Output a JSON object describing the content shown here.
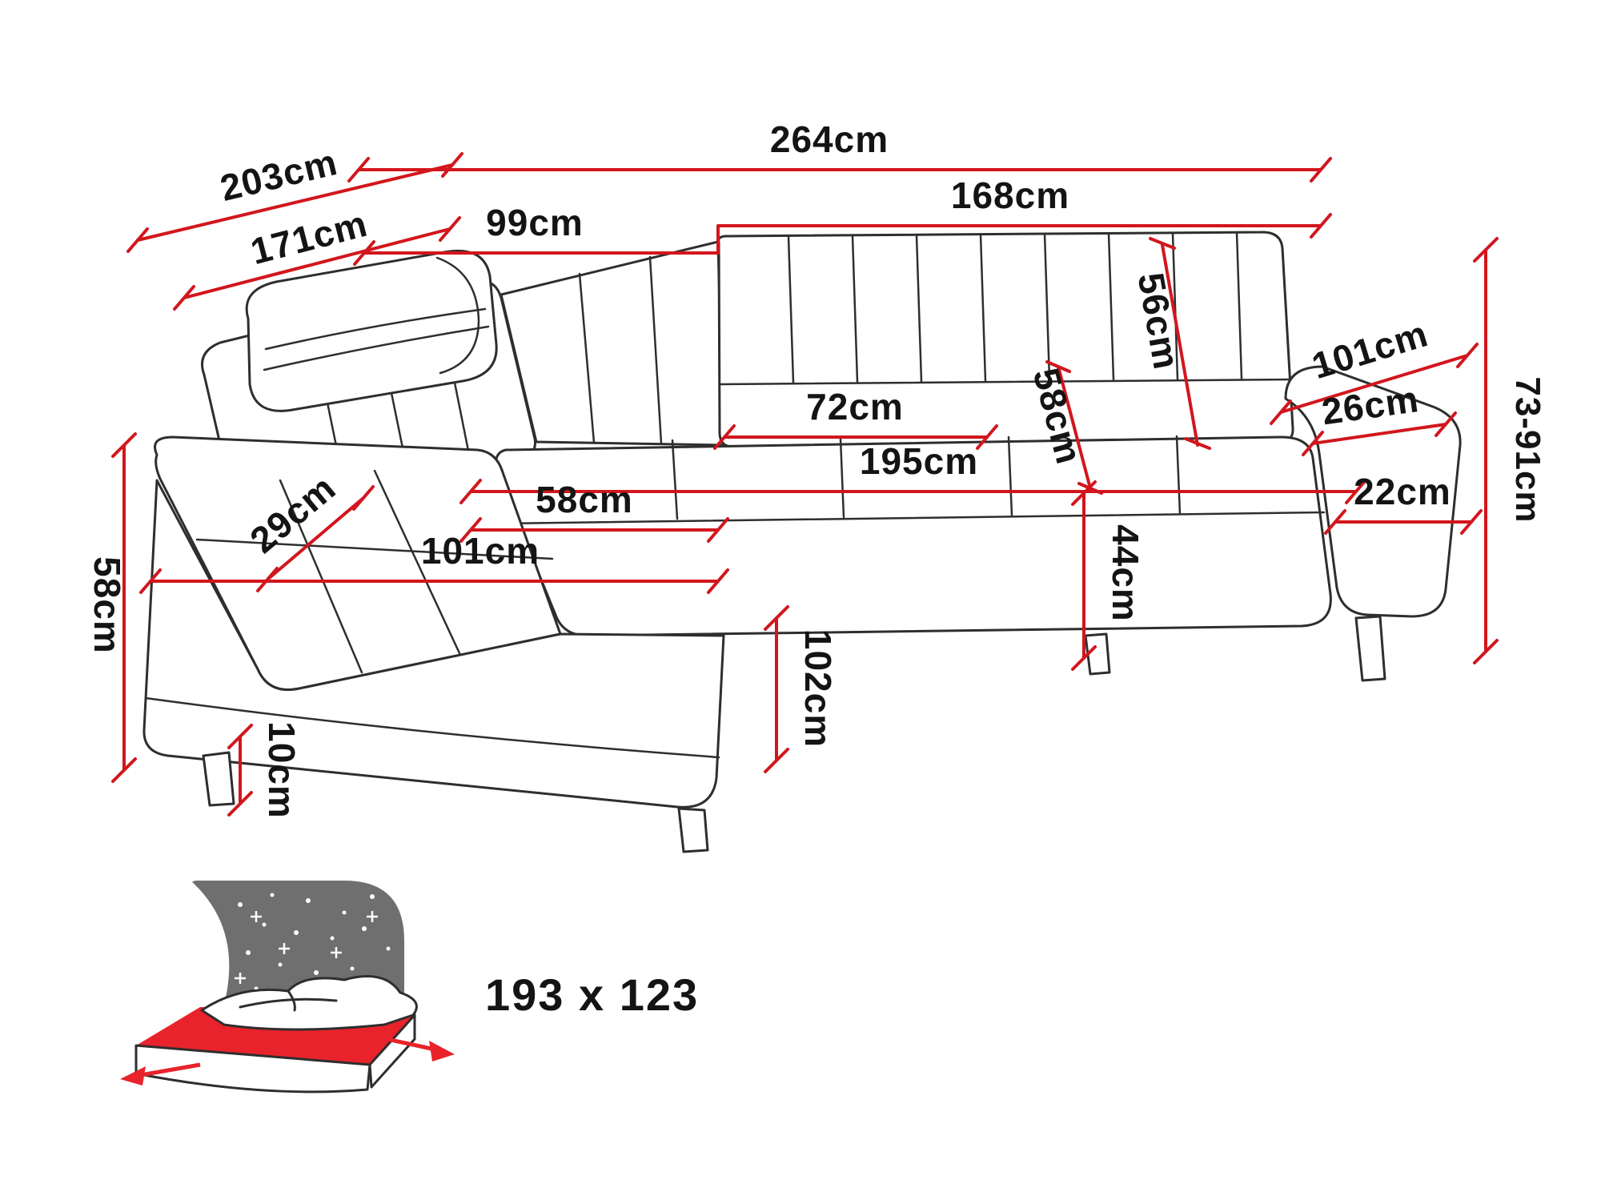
{
  "colors": {
    "dimension_line": "#d2161d",
    "text": "#141414",
    "outline": "#2e2e2e",
    "headboard": "#6f6f6f",
    "mattress": "#e8232b",
    "background": "#ffffff"
  },
  "dims": {
    "w264": "264cm",
    "d203": "203cm",
    "d171": "171cm",
    "w99": "99cm",
    "w168": "168cm",
    "h56": "56cm",
    "a101": "101cm",
    "a26": "26cm",
    "h73_91": "73-91cm",
    "w72": "72cm",
    "s58": "58cm",
    "w195": "195cm",
    "a22": "22cm",
    "c29": "29cm",
    "c58": "58cm",
    "c101": "101cm",
    "h44": "44cm",
    "h58": "58cm",
    "h102": "102cm",
    "h10": "10cm"
  },
  "sleeping_area": {
    "size": "193 x 123"
  },
  "icons": {
    "sleeping_area": "bed-icon"
  }
}
